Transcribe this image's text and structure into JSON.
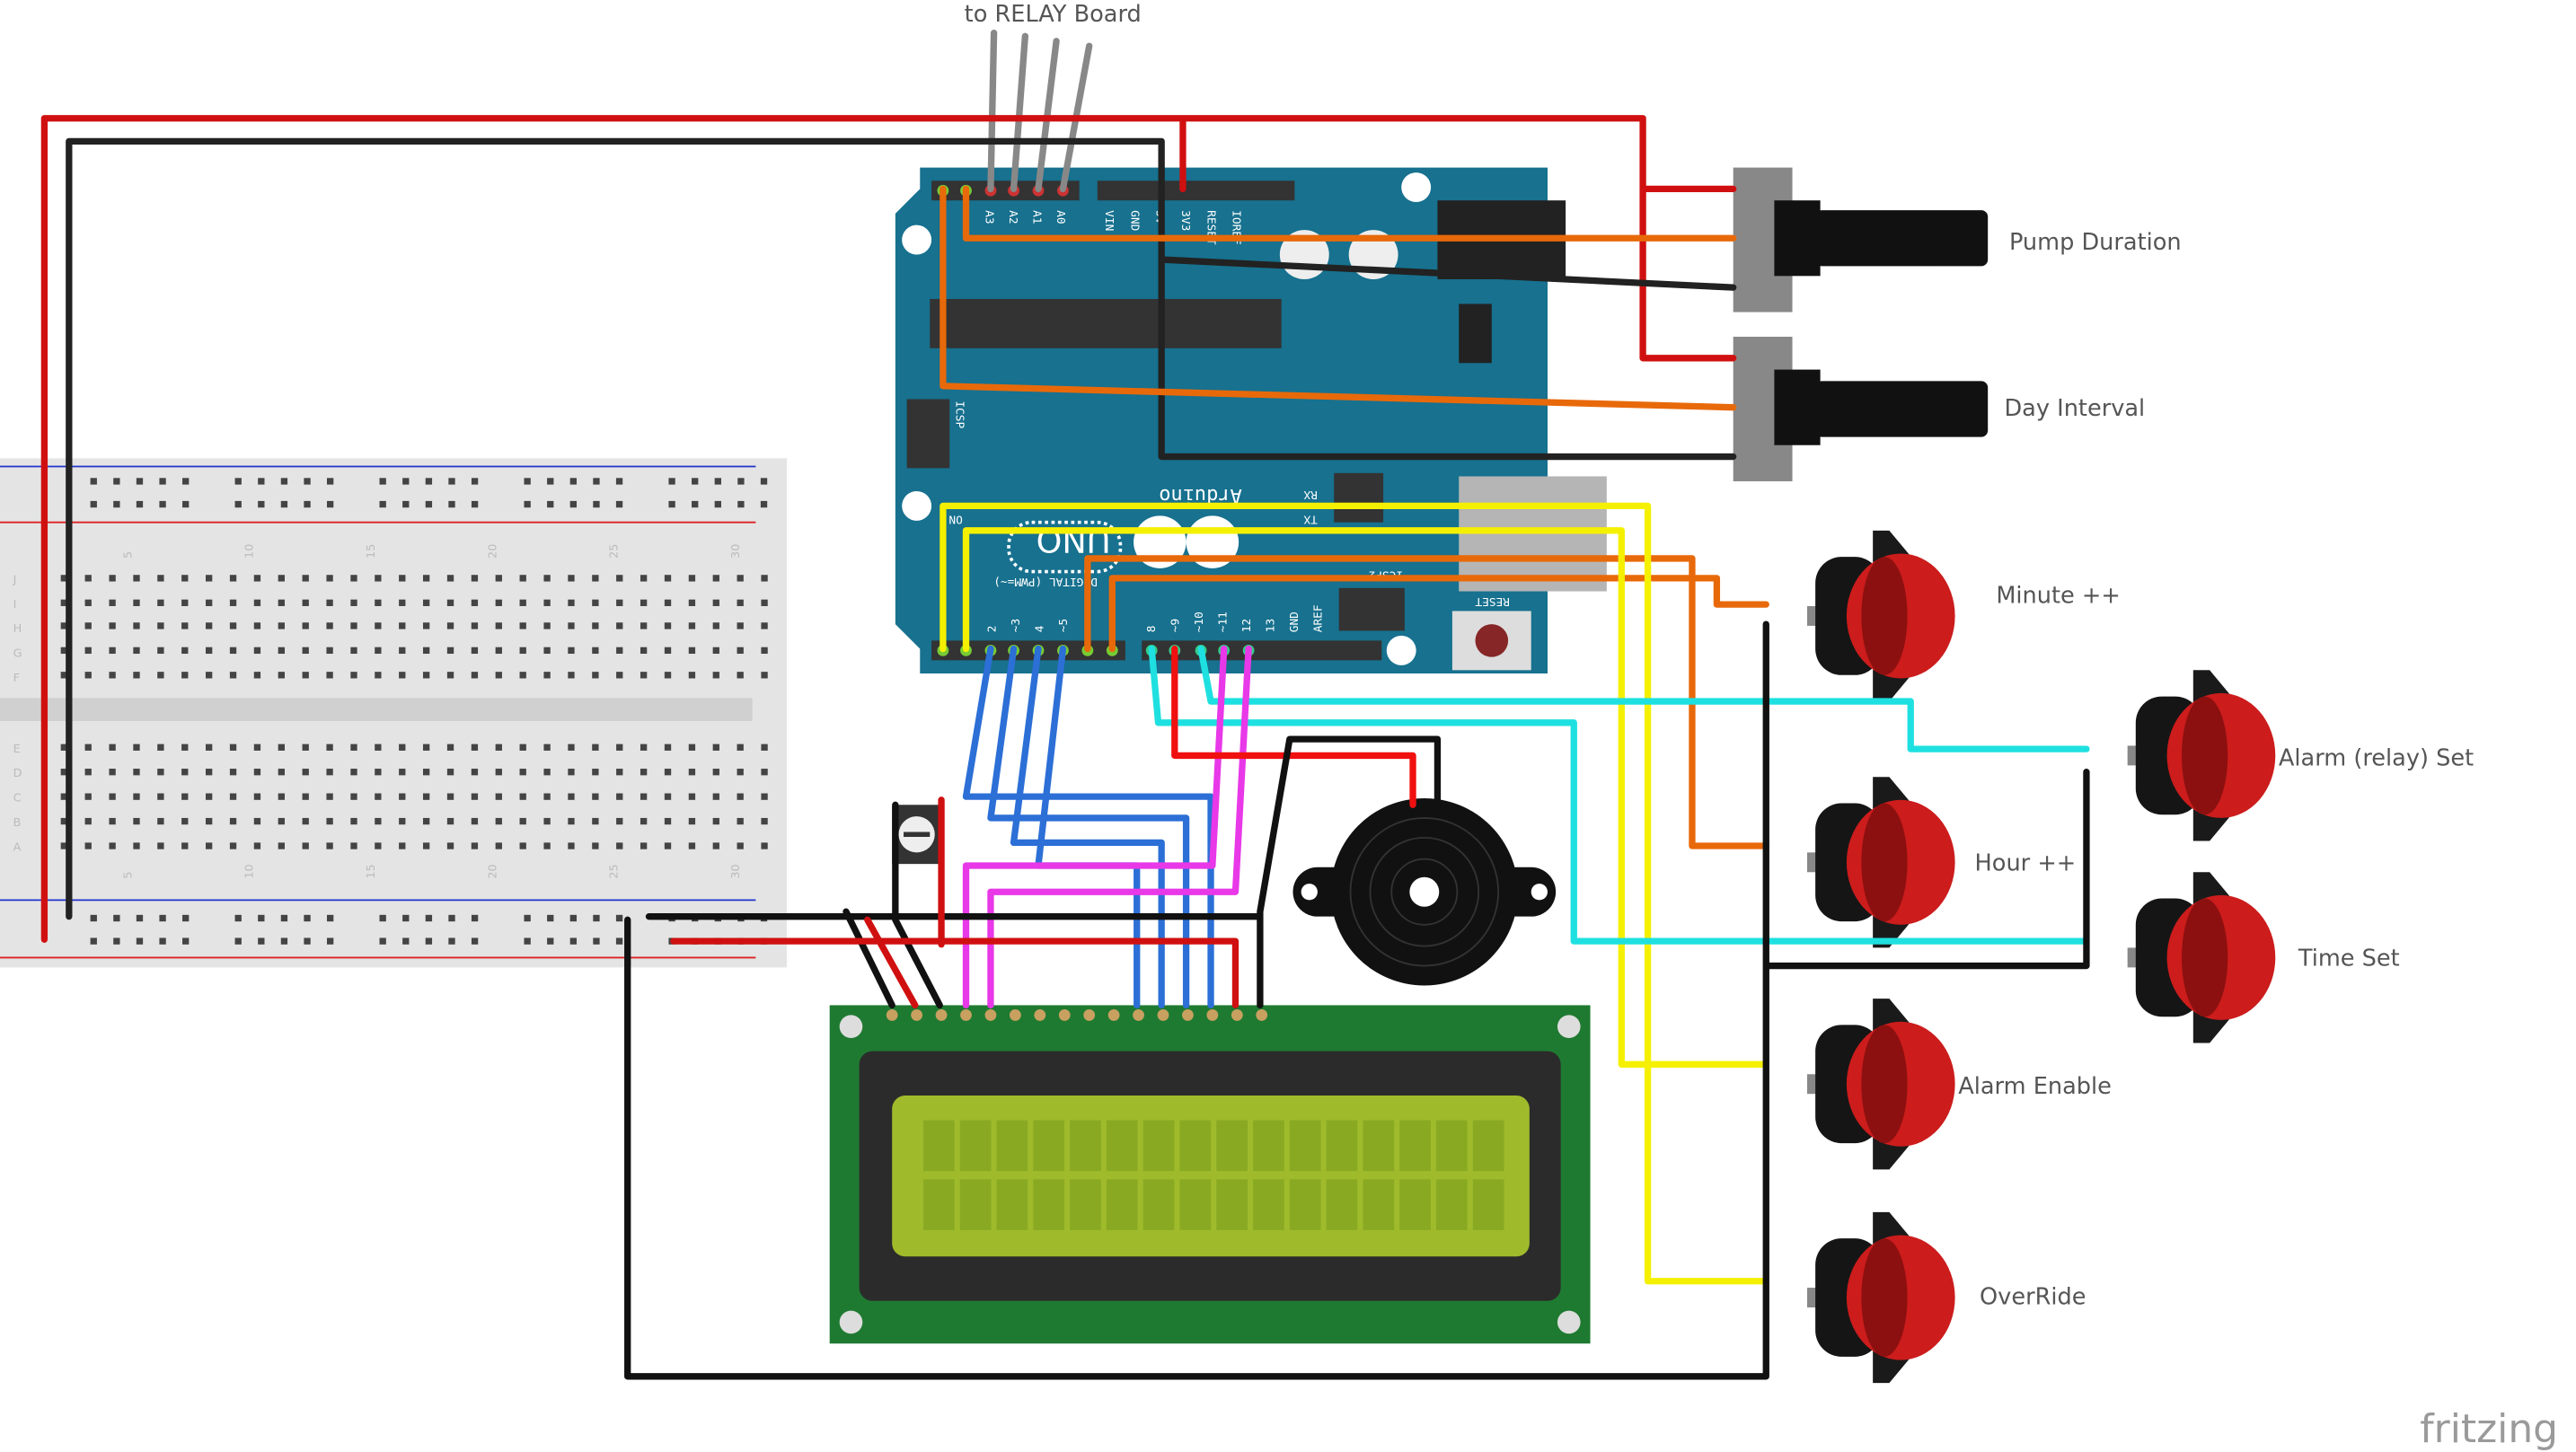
{
  "title": "to RELAY Board",
  "labels": {
    "pump_duration": "Pump Duration",
    "day_interval": "Day Interval",
    "minute": "Minute ++",
    "alarm_set": "Alarm (relay) Set",
    "hour": "Hour ++",
    "time_set": "Time Set",
    "alarm_enable": "Alarm Enable",
    "override": "OverRide"
  },
  "watermark": "fritzing",
  "arduino": {
    "brand": "Arduino",
    "model": "UNO",
    "reset": "RESET",
    "icsp": "ICSP",
    "icsp2": "ICSP2",
    "digital": "DIGITAL (PWM=~)",
    "on": "ON",
    "rx": "RX",
    "tx": "TX",
    "analog_pins": [
      "A3",
      "A2",
      "A1",
      "A0"
    ],
    "power_pins": [
      "VIN",
      "GND",
      "5V",
      "3V3",
      "RESET",
      "IOREF"
    ],
    "digital_pins_left": [
      "2",
      "~3",
      "4",
      "~5"
    ],
    "digital_pins_right": [
      "8",
      "~9",
      "~10",
      "~11",
      "12",
      "13",
      "GND",
      "AREF"
    ]
  },
  "breadboard": {
    "columns": [
      "5",
      "10",
      "15",
      "20",
      "25",
      "30"
    ],
    "rows_top": [
      "J",
      "I",
      "H",
      "G",
      "F"
    ],
    "rows_bottom": [
      "E",
      "D",
      "C",
      "B",
      "A"
    ]
  },
  "colors": {
    "arduino": "#17718f",
    "lcd_board": "#1f7a31",
    "lcd_screen": "#9fbb2c",
    "button_cap": "#cc1c1c",
    "wire_red": "#d01010",
    "wire_black": "#222222",
    "wire_orange": "#e8690a",
    "wire_yellow": "#f5f000",
    "wire_cyan": "#1fe0e0",
    "wire_blue": "#2c6fd6",
    "wire_magenta": "#e838e8",
    "wire_gray": "#888888"
  }
}
